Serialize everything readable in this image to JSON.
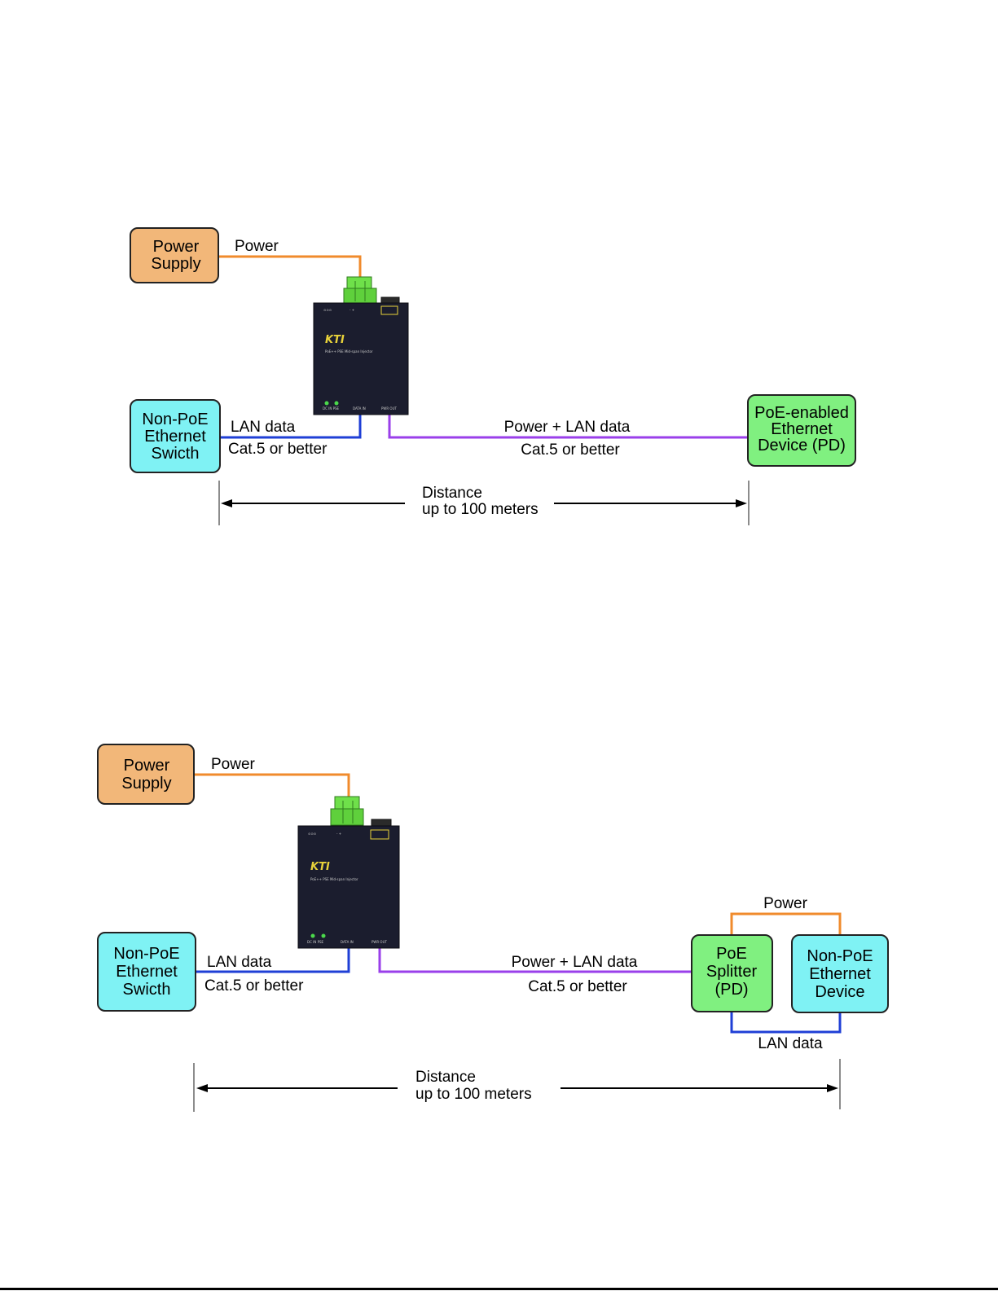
{
  "colors": {
    "power_supply": "#f2b779",
    "switch": "#7ff2f4",
    "pd": "#80f080",
    "power_line": "#f08b2c",
    "lan_line": "#1f3fd6",
    "poe_line": "#9a3fea",
    "injector_body": "#1b1d2e",
    "terminal": "#6fe04a"
  },
  "diagram1": {
    "power_supply": [
      "Power",
      "Supply"
    ],
    "switch": [
      "Non-PoE",
      "Ethernet",
      "Swicth"
    ],
    "pd_device": [
      "PoE-enabled",
      "Ethernet",
      "Device (PD)"
    ],
    "power_label": "Power",
    "lan_label": "LAN data",
    "cat_left": "Cat.5 or better",
    "poe_label": "Power + LAN data",
    "cat_right": "Cat.5 or better",
    "distance": [
      "Distance",
      "up to 100 meters"
    ]
  },
  "diagram2": {
    "power_supply": [
      "Power",
      "Supply"
    ],
    "switch": [
      "Non-PoE",
      "Ethernet",
      "Swicth"
    ],
    "splitter": [
      "PoE",
      "Splitter",
      "(PD)"
    ],
    "device": [
      "Non-PoE",
      "Ethernet",
      "Device"
    ],
    "power_label": "Power",
    "lan_label": "LAN data",
    "cat_left": "Cat.5 or better",
    "poe_label": "Power + LAN data",
    "cat_right": "Cat.5 or better",
    "splitter_power": "Power",
    "splitter_lan": "LAN data",
    "distance": [
      "Distance",
      "up to 100 meters"
    ]
  },
  "injector": {
    "logo": "KTI",
    "model_text": "PoE++ PSE Mid-span Injector",
    "led_label": "DC IN PSE",
    "data_in": "DATA IN",
    "pwr_out": "PWR OUT",
    "dc_label": "- +",
    "icons": [
      "power-terminal-icon",
      "barrel-jack-icon"
    ]
  }
}
